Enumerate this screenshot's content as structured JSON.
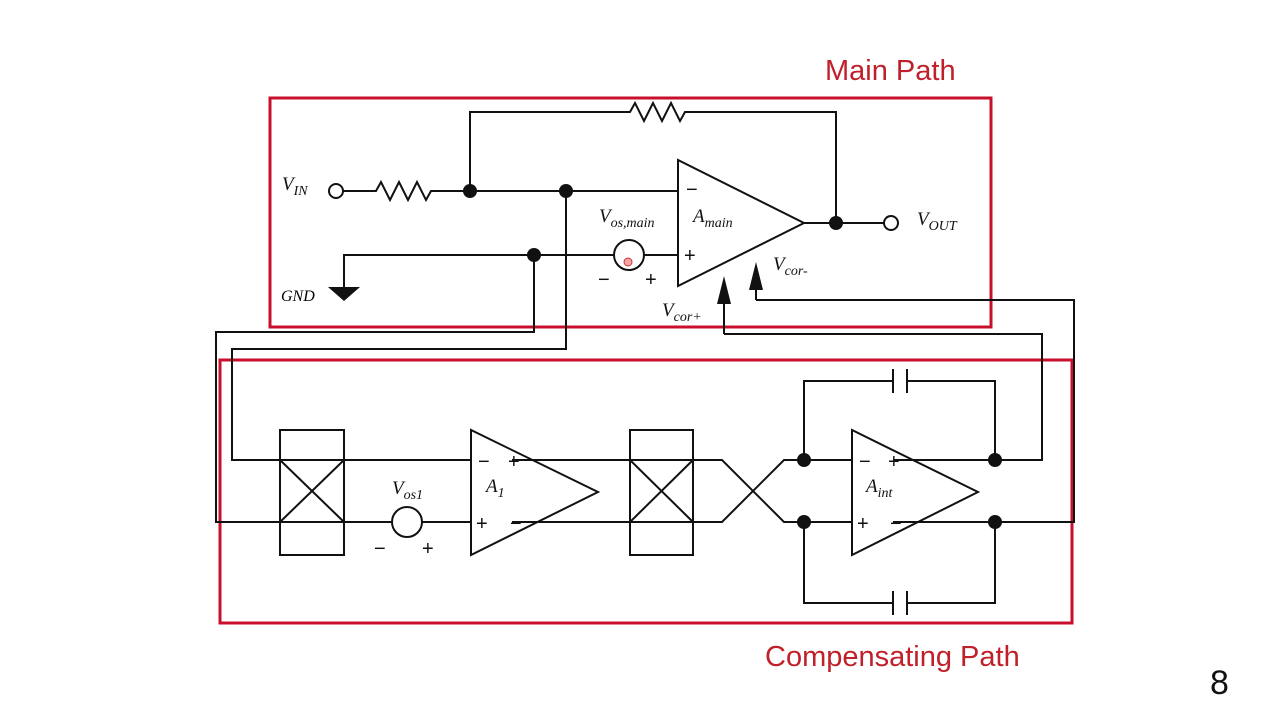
{
  "slide": {
    "main_path_label": "Main Path",
    "compensating_path_label": "Compensating Path",
    "page_number": "8"
  },
  "colors": {
    "box": "#c8102e",
    "label": "#c0202a",
    "wire": "#111111"
  },
  "labels": {
    "vin": {
      "main": "V",
      "sub": "IN"
    },
    "vout": {
      "main": "V",
      "sub": "OUT"
    },
    "gnd": "GND",
    "vos_main": {
      "main": "V",
      "sub": "os,main"
    },
    "a_main": {
      "main": "A",
      "sub": "main"
    },
    "vcor_minus": {
      "main": "V",
      "sub": "cor-"
    },
    "vcor_plus": {
      "main": "V",
      "sub": "cor+"
    },
    "vos1": {
      "main": "V",
      "sub": "os1"
    },
    "a1": {
      "main": "A",
      "sub": "1"
    },
    "a_int": {
      "main": "A",
      "sub": "int"
    }
  },
  "signs": {
    "minus": "−",
    "plus": "+"
  }
}
